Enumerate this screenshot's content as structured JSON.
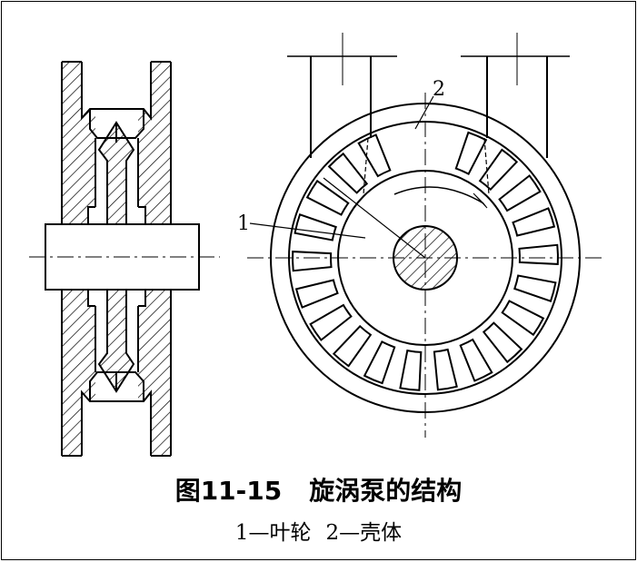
{
  "figure": {
    "number": "图11-15",
    "title": "旋涡泵的结构"
  },
  "legend": {
    "item1": "1—叶轮",
    "item2": "2—壳体"
  },
  "labels": {
    "impeller": "1",
    "casing": "2"
  }
}
